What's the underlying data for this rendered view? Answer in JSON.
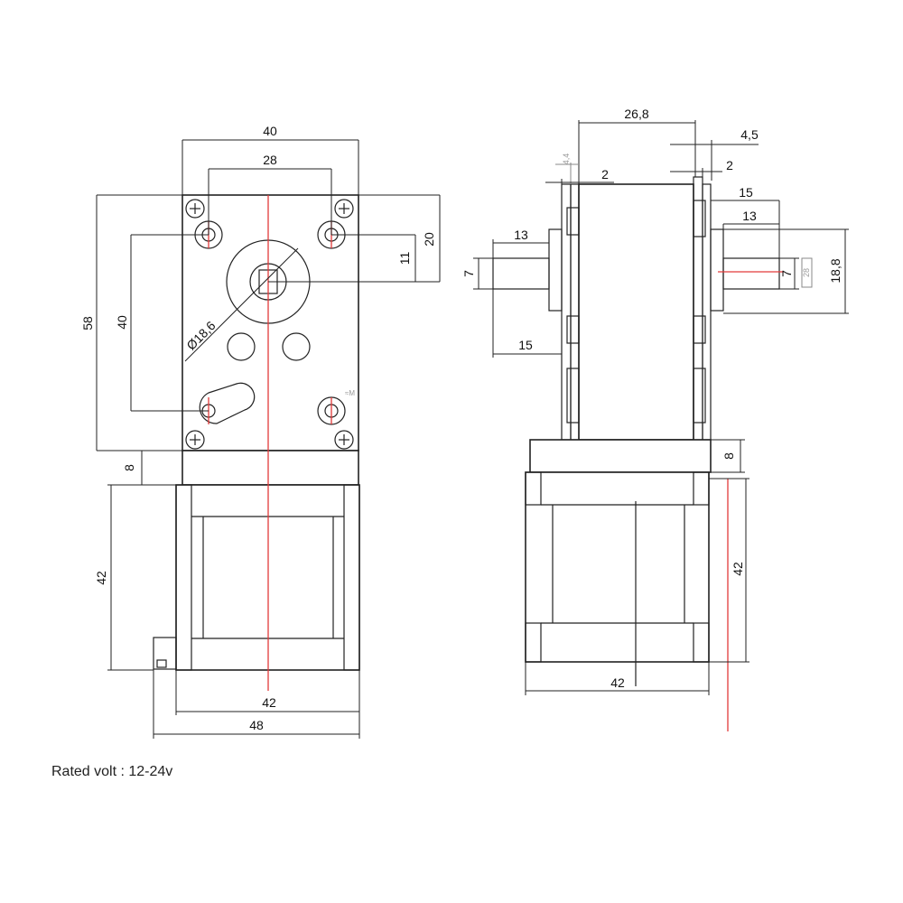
{
  "front_view": {
    "width_40": "40",
    "bolt_spacing_28": "28",
    "height_20": "20",
    "offset_11": "11",
    "height_58": "58",
    "spacing_40": "40",
    "bore_diameter": "Ø18,6",
    "flange_8": "8",
    "motor_42": "42",
    "motor_width_42": "42",
    "total_width_48": "48"
  },
  "side_view": {
    "length_26_8": "26,8",
    "offset_4_5": "4,5",
    "small_4_4": "4,4",
    "thickness_2_left": "2",
    "thickness_2_right": "2",
    "shaft_15_right": "15",
    "shaft_13_right": "13",
    "shaft_13_left": "13",
    "shaft_dia_7_left": "7",
    "shaft_15_left": "15",
    "shaft_dia_7_right": "7",
    "flat_28": "28",
    "boss_18_8": "18,8",
    "flange_8": "8",
    "motor_42_vertical": "42",
    "motor_42_horizontal": "42"
  },
  "note": {
    "rated_volt": "Rated volt : 12-24v"
  }
}
